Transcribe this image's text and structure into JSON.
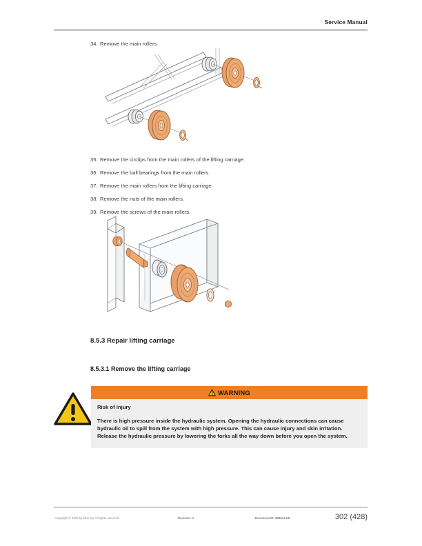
{
  "header": {
    "title": "Service Manual"
  },
  "steps": [
    {
      "num": "34.",
      "text": "Remove the main rollers."
    },
    {
      "num": "35.",
      "text": "Remove the circlips from the main rollers of the lifting carriage."
    },
    {
      "num": "36.",
      "text": "Remove the ball bearings from the main rollers."
    },
    {
      "num": "37.",
      "text": "Remove the main rollers from the lifting carriage."
    },
    {
      "num": "38.",
      "text": "Remove the nuts of the main rollers."
    },
    {
      "num": "39.",
      "text": "Remove the screws of the main rollers."
    }
  ],
  "figures": [
    {
      "name": "main-rollers-on-mast-rails-exploded-view",
      "caption": "Exploded isometric view of two main rollers with ball bearings and circlips on the mast rails"
    },
    {
      "name": "main-roller-screw-and-nut-exploded-view",
      "caption": "Exploded isometric view of the lifting carriage plate with nut, screw, ball bearing, main roller and circlip"
    }
  ],
  "headings": {
    "section": "8.5.3 Repair lifting carriage",
    "subsection": "8.5.3.1 Remove the lifting carriage"
  },
  "warning": {
    "label": "WARNING",
    "subtitle": "Risk of injury",
    "text": "There is high pressure inside the hydraulic system. Opening the hydraulic connections can cause hydraulic oil to spill from the system with high pressure. This can cause injury and skin irritation. Release the hydraulic pressure by lowering the forks all the way down before you open the system.",
    "header_color": "#ef7f22",
    "body_color": "#efefef",
    "icon_color": "#f5c518"
  },
  "footer": {
    "copyright": "Copyright © 2022 by MLE Oy. All rights reserved.",
    "revision": "Revision: A",
    "document_id": "Document ID: 658941-EN",
    "page_number": "302 (428)"
  },
  "colors": {
    "rule": "#c9cacb",
    "roller": "#e8a06a",
    "roller_light": "#f2c49c",
    "line": "#6d6e71",
    "metal": "#e9eaec"
  }
}
